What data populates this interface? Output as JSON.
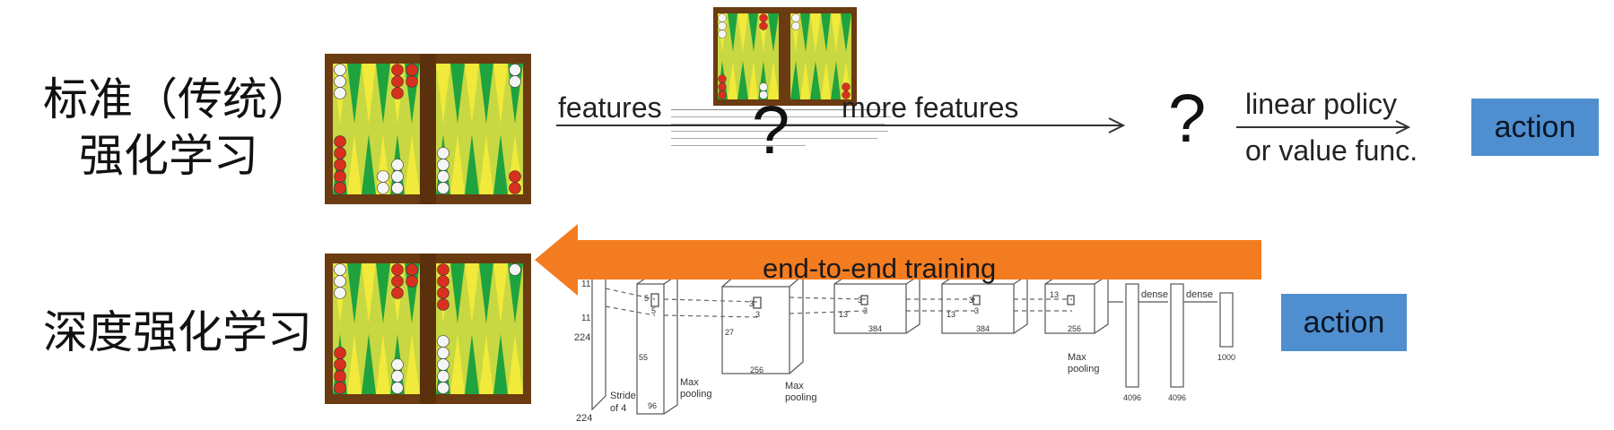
{
  "rows": {
    "standard": {
      "label_line1": "标准（传统）",
      "label_line2": "强化学习",
      "features_label": "features",
      "question_mark_1": "?",
      "more_features_label": "more features",
      "question_mark_2": "?",
      "policy_line1": "linear policy",
      "policy_line2": "or value func.",
      "action_label": "action"
    },
    "deep": {
      "label": "深度强化学习",
      "training_label": "end-to-end training",
      "action_label": "action"
    }
  },
  "cnn": {
    "labels": {
      "input_h": "224",
      "input_w": "224",
      "k11": "11",
      "k11b": "11",
      "stride": "Stride",
      "stride2": "of 4",
      "c1_depth": "96",
      "c1_size": "55",
      "k5a": "5",
      "k5b": "5",
      "pool1": "Max",
      "pool1b": "pooling",
      "c2_size": "27",
      "c2_depth": "256",
      "k3a": "3",
      "k3b": "3",
      "pool2": "Max",
      "pool2b": "pooling",
      "c3_size": "13",
      "c3_depth": "384",
      "k3c": "3",
      "k3d": "3",
      "c4_size": "13",
      "c4_depth": "384",
      "k3e": "3",
      "k3f": "3",
      "c5_size": "13",
      "c5_depth": "256",
      "pool3": "Max",
      "pool3b": "pooling",
      "dense1": "dense",
      "dense2": "dense",
      "fc1": "4096",
      "fc2": "4096",
      "fc3": "1000"
    }
  },
  "colors": {
    "board_frame": "#6b3b12",
    "board_field": "#c8d842",
    "point_yellow": "#f1ea3a",
    "point_green": "#1ea33f",
    "checker_red": "#d8301f",
    "checker_white": "#f5f5f5",
    "training_arrow": "#f47c20",
    "action_box": "#4f8fd0"
  }
}
